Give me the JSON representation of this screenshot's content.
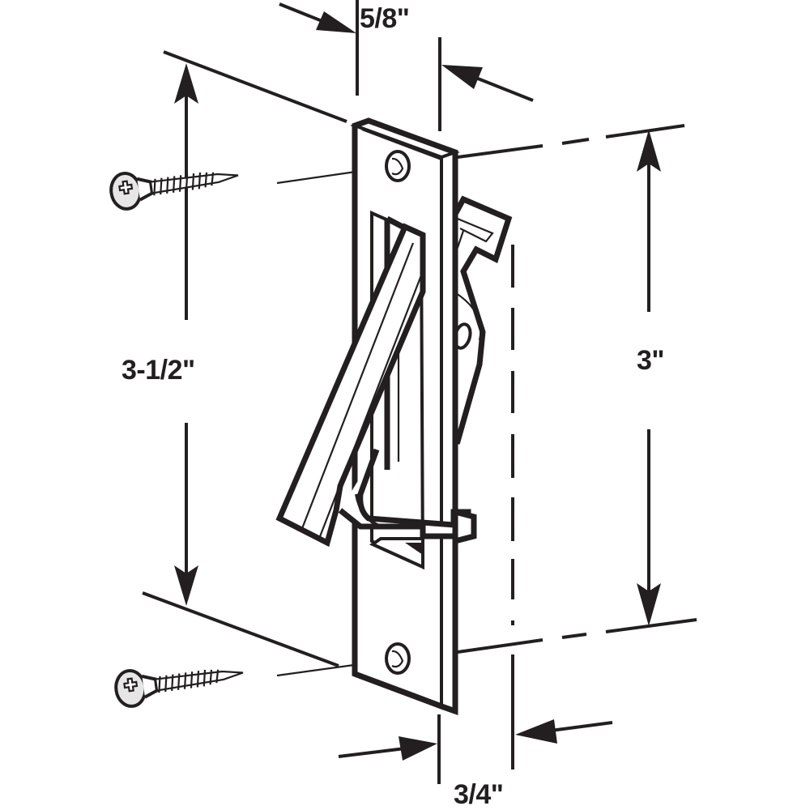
{
  "diagram": {
    "subject": "Edge pull (flush pull) with mounting screws",
    "dimensions": {
      "plate_width": {
        "label": "5/8\"",
        "position": "top"
      },
      "overall_length": {
        "label": "3-1/2\"",
        "position": "left"
      },
      "hole_spacing": {
        "label": "3\"",
        "position": "right"
      },
      "projection_depth": {
        "label": "3/4\"",
        "position": "bottom"
      }
    },
    "components": [
      {
        "name": "face plate",
        "description": "narrow rectangular plate with two countersunk screw holes"
      },
      {
        "name": "pull handle",
        "description": "pivoting angled finger pull inside plate recess"
      },
      {
        "name": "latch tab",
        "description": "hooked tab projecting from edge"
      },
      {
        "name": "mounting screw",
        "count": 2,
        "head": "phillips flat head"
      }
    ],
    "colors": {
      "line": "#231f20",
      "background": "#ffffff"
    }
  }
}
